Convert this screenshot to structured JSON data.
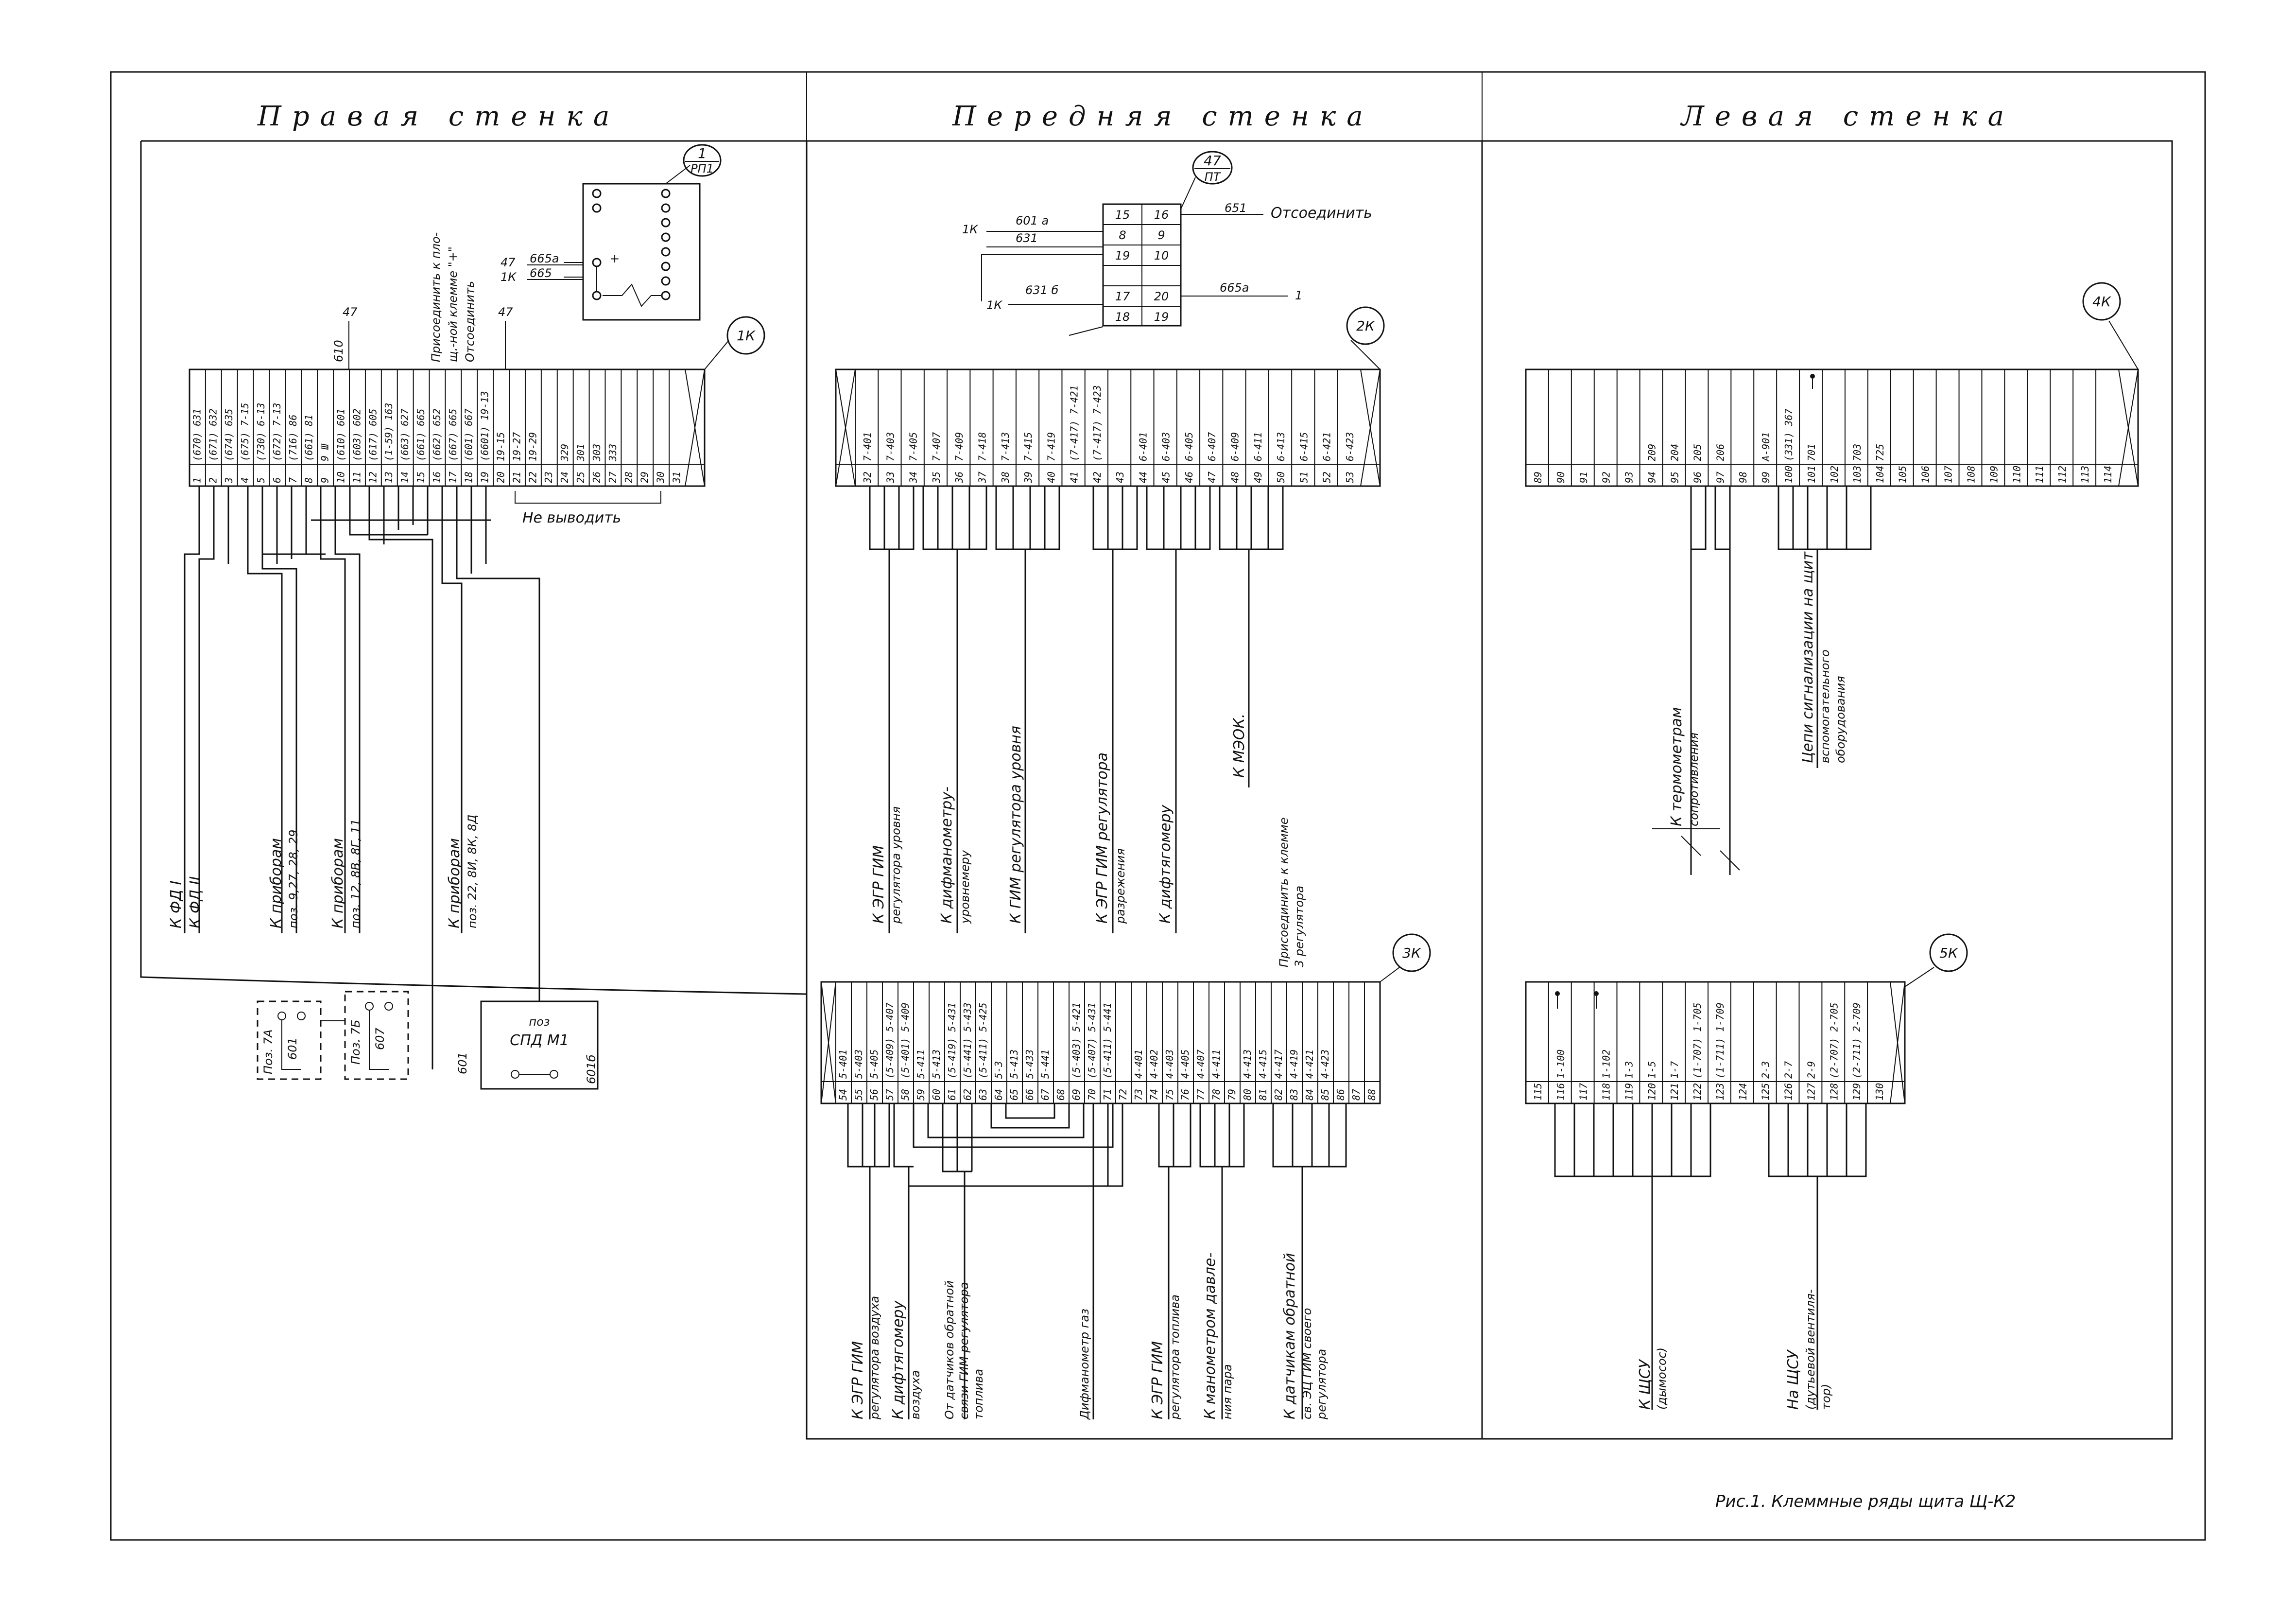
{
  "walls": {
    "right": "Правая стенка",
    "front": "Передняя стенка",
    "left": "Левая стенка"
  },
  "blocks": {
    "k1": "1К",
    "k2": "2К",
    "k3": "3К",
    "k4": "4К",
    "k5": "5К",
    "rp1_top": "1",
    "rp1_bot": "РП1",
    "pt_top": "47",
    "pt_bot": "ПТ"
  },
  "k1": {
    "terminals": [
      "1",
      "2",
      "3",
      "4",
      "5",
      "6",
      "7",
      "8",
      "9",
      "10",
      "11",
      "12",
      "13",
      "14",
      "15",
      "16",
      "17",
      "18",
      "19",
      "20",
      "21",
      "22",
      "23",
      "24",
      "25",
      "26",
      "27",
      "28",
      "29",
      "30",
      "31"
    ],
    "wires": [
      "(670) 631",
      "(671) 632",
      "(674) 635",
      "(675) 7-15",
      "(730) 6-13",
      "(672) 7-13",
      "(716) 86",
      "(661) 81",
      "9 Ш",
      "(610) 601",
      "(603) 602",
      "(617) 605",
      "(1-59) 163",
      "(663) 627",
      "(661) 665",
      "(662) 652",
      "(667) 665",
      "(601) 667",
      "(6601) 19-13",
      "19-15",
      "19-27",
      "19-29",
      "",
      "329",
      "301",
      "303",
      "333",
      "",
      "",
      "",
      ""
    ],
    "top_47a": "47",
    "top_47b": "47",
    "top_610": "610",
    "note_connect": "Присоединить к пло-",
    "note_connect2": "щ.-ной клемме \"+\"",
    "note_disconnect": "Отсоединить",
    "no_output": "Не выводить",
    "wire_47_665a": "47",
    "wire_665a": "665а",
    "wire_1k_665": "1К",
    "wire_665": "665"
  },
  "pt": {
    "cells": [
      [
        "15",
        "16"
      ],
      [
        "8",
        "9"
      ],
      [
        "19",
        "10"
      ],
      [
        "",
        ""
      ],
      [
        "17",
        "20"
      ],
      [
        "18",
        "19"
      ]
    ],
    "w_651": "651",
    "disconnect": "Отсоединить",
    "w_1k": "1К",
    "w_601a": "601 а",
    "w_631": "631",
    "w_1k2": "1К",
    "w_631b": "631 б",
    "w_665a": "665а",
    "w_1": "1"
  },
  "k2": {
    "terminals": [
      "32",
      "33",
      "34",
      "35",
      "36",
      "37",
      "38",
      "39",
      "40",
      "41",
      "42",
      "43",
      "44",
      "45",
      "46",
      "47",
      "48",
      "49",
      "50",
      "51",
      "52",
      "53"
    ],
    "wires": [
      "7-401",
      "7-403",
      "7-405",
      "7-407",
      "7-409",
      "7-418",
      "7-413",
      "7-415",
      "7-419",
      "(7-417) 7-421",
      "(7-417) 7-423",
      "",
      "6-401",
      "6-403",
      "6-405",
      "6-407",
      "6-409",
      "6-411",
      "6-413",
      "6-415",
      "6-421",
      "6-423"
    ]
  },
  "k4": {
    "terminals": [
      "89",
      "90",
      "91",
      "92",
      "93",
      "94",
      "95",
      "96",
      "97",
      "98",
      "99",
      "100",
      "101",
      "102",
      "103",
      "104",
      "105",
      "106",
      "107",
      "108",
      "109",
      "110",
      "111",
      "112",
      "113",
      "114"
    ],
    "wires": [
      "",
      "",
      "",
      "",
      "",
      "209",
      "204",
      "205",
      "206",
      "",
      "А-901",
      "(331) 367",
      "701",
      "",
      "703",
      "725",
      "",
      "",
      "",
      "",
      "",
      "",
      "",
      "",
      "",
      ""
    ]
  },
  "k3": {
    "terminals": [
      "54",
      "55",
      "56",
      "57",
      "58",
      "59",
      "60",
      "61",
      "62",
      "63",
      "64",
      "65",
      "66",
      "67",
      "68",
      "69",
      "70",
      "71",
      "72",
      "73",
      "74",
      "75",
      "76",
      "77",
      "78",
      "79",
      "80",
      "81",
      "82",
      "83",
      "84",
      "85",
      "86",
      "87",
      "88"
    ],
    "wires": [
      "5-401",
      "5-403",
      "5-405",
      "(5-409) 5-407",
      "(5-401) 5-409",
      "5-411",
      "5-413",
      "(5-419) 5-431",
      "(5-441) 5-433",
      "(5-411) 5-425",
      "5-3",
      "5-413",
      "5-433",
      "5-441",
      "",
      "(5-403) 5-421",
      "(5-407) 5-431",
      "(5-411) 5-441",
      "",
      "4-401",
      "4-402",
      "4-403",
      "4-405",
      "4-407",
      "4-411",
      "",
      "4-413",
      "4-415",
      "4-417",
      "4-419",
      "4-421",
      "4-423",
      "",
      "",
      ""
    ]
  },
  "k5": {
    "terminals": [
      "115",
      "116",
      "117",
      "118",
      "119",
      "120",
      "121",
      "122",
      "123",
      "124",
      "125",
      "126",
      "127",
      "128",
      "129",
      "130"
    ],
    "wires": [
      "",
      "1-100",
      "",
      "1-102",
      "1-3",
      "1-5",
      "1-7",
      "(1-707) 1-705",
      "(1-711) 1-709",
      "",
      "2-3",
      "2-7",
      "2-9",
      "(2-707) 2-705",
      "(2-711) 2-709",
      ""
    ]
  },
  "labels_right": {
    "kfd1": "К ФД I",
    "kfd2": "К ФД II",
    "pribor1a": "К приборам",
    "pribor1b": "поз. 9,27, 28, 29",
    "pribor2a": "К приборам",
    "pribor2b": "поз. 12, 8В, 8Г, 11",
    "pribor3a": "К приборам",
    "pribor3b": "поз. 22, 8И, 8К, 8Д",
    "dev1_top": "Поз. 7А",
    "dev1_num": "601",
    "dev2_top": "Поз. 7Б",
    "dev2_num": "607",
    "dev3_a": "поз",
    "dev3_b": "СПД М1",
    "dev3_left": "601",
    "dev3_right": "601б"
  },
  "labels_front_top": {
    "l1a": "К ЭГР ГИМ",
    "l1b": "регулятора уровня",
    "l2a": "К дифманометру-",
    "l2b": "уровнемеру",
    "l3": "К ГИМ регулятора уровня",
    "l4a": "К ЭГР ГИМ регулятора",
    "l4b": "разрежения",
    "l5": "К дифтягомеру",
    "l6": "К МЭОК.",
    "l7a": "Присоединить к клемме",
    "l7b": "3 регулятора"
  },
  "labels_front_bot": {
    "b1a": "К ЭГР ГИМ",
    "b1b": "регулятора воздуха",
    "b2a": "К дифтягомеру",
    "b2b": "воздуха",
    "b3a": "От датчиков обратной",
    "b3b": "связи ГИМ регулятора",
    "b3c": "топлива",
    "b4": "Дифманометр газ",
    "b5a": "К ЭГР ГИМ",
    "b5b": "регулятора топлива",
    "b6a": "К манометром давле-",
    "b6b": "ния пара",
    "b7a": "К датчикам обратной",
    "b7b": "св. ЭЦ ГИМ своего",
    "b7c": "регулятора"
  },
  "labels_left": {
    "t1a": "К термометрам",
    "t1b": "сопротивления",
    "t2a": "Цепи сигнализации на щит",
    "t2b": "вспомогательного",
    "t2c": "оборудования",
    "t3a": "К ЩСУ",
    "t3b": "(дымосос)",
    "t4a": "На ЩСУ",
    "t4b": "(дутьевой вентиля-",
    "t4c": "тор)"
  },
  "caption": "Рис.1. Клеммные ряды щита Щ-К2"
}
